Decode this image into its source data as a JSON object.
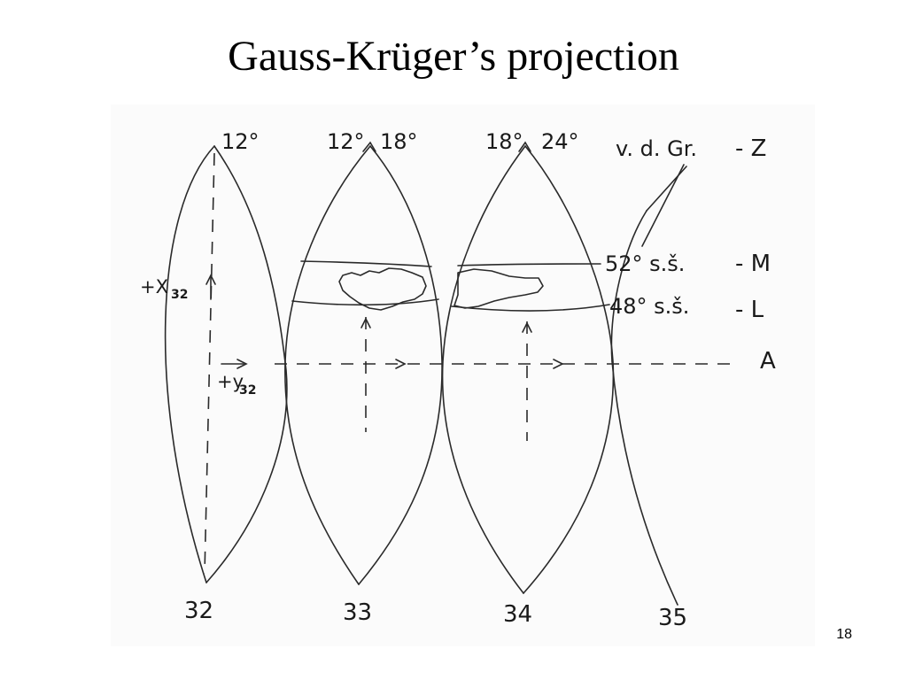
{
  "slide": {
    "title": "Gauss-Krüger’s projection",
    "page_number": "18"
  },
  "diagram": {
    "meridian_labels": [
      "12°",
      "12°",
      "18°",
      "18°",
      "24°"
    ],
    "zone_numbers": [
      "32",
      "33",
      "34",
      "35"
    ],
    "legend_top": "v. d. Gr.",
    "latitude_labels": [
      "52° s.š.",
      "48° s.š."
    ],
    "row_letters": [
      "- Z",
      "- M",
      "- L",
      "A"
    ],
    "axis_x_label": "+X",
    "axis_x_subscript": "32",
    "axis_y_label": "+y",
    "axis_y_subscript": "32"
  }
}
